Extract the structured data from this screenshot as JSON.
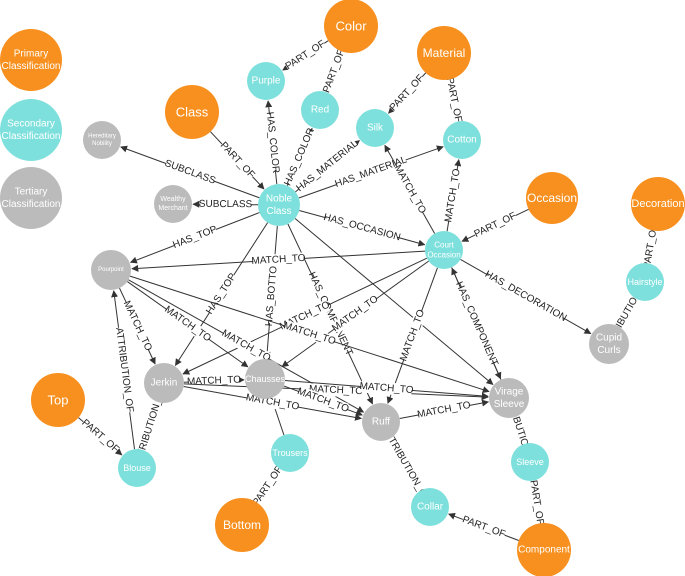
{
  "colors": {
    "primary": "#F7901E",
    "secondary": "#7EE0DC",
    "tertiary": "#BBBBBB",
    "edge": "#333333",
    "edge_label_bg": "#ffffff"
  },
  "legend": [
    {
      "id": "legend-primary",
      "lines": [
        "Primary",
        "Classification"
      ],
      "tier": "primary"
    },
    {
      "id": "legend-secondary",
      "lines": [
        "Secondary",
        "Classification"
      ],
      "tier": "secondary"
    },
    {
      "id": "legend-tertiary",
      "lines": [
        "Tertiary",
        "Classification"
      ],
      "tier": "tertiary"
    }
  ],
  "nodes": [
    {
      "id": "color",
      "lines": [
        "Color"
      ],
      "tier": "primary"
    },
    {
      "id": "material",
      "lines": [
        "Material"
      ],
      "tier": "primary"
    },
    {
      "id": "class",
      "lines": [
        "Class"
      ],
      "tier": "primary"
    },
    {
      "id": "occasion",
      "lines": [
        "Occasion"
      ],
      "tier": "primary"
    },
    {
      "id": "decoration",
      "lines": [
        "Decoration"
      ],
      "tier": "primary"
    },
    {
      "id": "top",
      "lines": [
        "Top"
      ],
      "tier": "primary"
    },
    {
      "id": "bottom",
      "lines": [
        "Bottom"
      ],
      "tier": "primary"
    },
    {
      "id": "component",
      "lines": [
        "Component"
      ],
      "tier": "primary"
    },
    {
      "id": "purple",
      "lines": [
        "Purple"
      ],
      "tier": "secondary"
    },
    {
      "id": "red",
      "lines": [
        "Red"
      ],
      "tier": "secondary"
    },
    {
      "id": "silk",
      "lines": [
        "Silk"
      ],
      "tier": "secondary"
    },
    {
      "id": "cotton",
      "lines": [
        "Cotton"
      ],
      "tier": "secondary"
    },
    {
      "id": "noble",
      "lines": [
        "Noble",
        "Class"
      ],
      "tier": "secondary"
    },
    {
      "id": "court",
      "lines": [
        "Court",
        "Occasion"
      ],
      "tier": "secondary"
    },
    {
      "id": "hairstyle",
      "lines": [
        "Hairstyle"
      ],
      "tier": "secondary"
    },
    {
      "id": "blouse",
      "lines": [
        "Blouse"
      ],
      "tier": "secondary"
    },
    {
      "id": "trousers",
      "lines": [
        "Trousers"
      ],
      "tier": "secondary"
    },
    {
      "id": "collar",
      "lines": [
        "Collar"
      ],
      "tier": "secondary"
    },
    {
      "id": "sleeve",
      "lines": [
        "Sleeve"
      ],
      "tier": "secondary"
    },
    {
      "id": "hereditary",
      "lines": [
        "Hereditary",
        "Nobility"
      ],
      "tier": "tertiary"
    },
    {
      "id": "merchant",
      "lines": [
        "Wealthy",
        "Merchant"
      ],
      "tier": "tertiary"
    },
    {
      "id": "pourpoint",
      "lines": [
        "Pourpoint"
      ],
      "tier": "tertiary"
    },
    {
      "id": "jerkin",
      "lines": [
        "Jerkin"
      ],
      "tier": "tertiary"
    },
    {
      "id": "chausses",
      "lines": [
        "Chausses"
      ],
      "tier": "tertiary"
    },
    {
      "id": "ruff",
      "lines": [
        "Ruff"
      ],
      "tier": "tertiary"
    },
    {
      "id": "virage",
      "lines": [
        "Virage",
        "Sleeve"
      ],
      "tier": "tertiary"
    },
    {
      "id": "cupid",
      "lines": [
        "Cupid",
        "Curls"
      ],
      "tier": "tertiary"
    }
  ],
  "edges": [
    {
      "from": "color",
      "to": "purple",
      "label": "PART_OF"
    },
    {
      "from": "color",
      "to": "red",
      "label": "PART_OF"
    },
    {
      "from": "material",
      "to": "silk",
      "label": "PART_OF"
    },
    {
      "from": "material",
      "to": "cotton",
      "label": "PART_OF"
    },
    {
      "from": "class",
      "to": "noble",
      "label": "PART_OF"
    },
    {
      "from": "occasion",
      "to": "court",
      "label": "PART_OF"
    },
    {
      "from": "decoration",
      "to": "hairstyle",
      "label": "PART_OF"
    },
    {
      "from": "top",
      "to": "blouse",
      "label": "PART_OF"
    },
    {
      "from": "bottom",
      "to": "trousers",
      "label": "PART_OF"
    },
    {
      "from": "component",
      "to": "collar",
      "label": "PART_OF"
    },
    {
      "from": "component",
      "to": "sleeve",
      "label": "PART_OF"
    },
    {
      "from": "noble",
      "to": "purple",
      "label": "HAS_COLOR"
    },
    {
      "from": "noble",
      "to": "red",
      "label": "HAS_COLOR"
    },
    {
      "from": "noble",
      "to": "silk",
      "label": "HAS_MATERIAL"
    },
    {
      "from": "noble",
      "to": "cotton",
      "label": "HAS_MATERIAL"
    },
    {
      "from": "noble",
      "to": "hereditary",
      "label": "SUBCLASS"
    },
    {
      "from": "noble",
      "to": "merchant",
      "label": "SUBCLASS"
    },
    {
      "from": "noble",
      "to": "court",
      "label": "HAS_OCCASION"
    },
    {
      "from": "noble",
      "to": "pourpoint",
      "label": "HAS_TOP"
    },
    {
      "from": "noble",
      "to": "jerkin",
      "label": "HAS_TOP"
    },
    {
      "from": "noble",
      "to": "chausses",
      "label": "HAS_BOTTOM"
    },
    {
      "from": "noble",
      "to": "ruff",
      "label": "HAS_COMPONENT"
    },
    {
      "from": "noble",
      "to": "virage",
      "label": ""
    },
    {
      "from": "court",
      "to": "silk",
      "label": "MATCH_TO"
    },
    {
      "from": "court",
      "to": "cotton",
      "label": "MATCH_TO"
    },
    {
      "from": "court",
      "to": "pourpoint",
      "label": "MATCH_TO"
    },
    {
      "from": "court",
      "to": "jerkin",
      "label": "MATCH_TO"
    },
    {
      "from": "court",
      "to": "chausses",
      "label": "MATCH_TO"
    },
    {
      "from": "court",
      "to": "ruff",
      "label": "MATCH_TO"
    },
    {
      "from": "court",
      "to": "virage",
      "label": "MATCH_TO"
    },
    {
      "from": "court",
      "to": "cupid",
      "label": "HAS_DECORATION"
    },
    {
      "from": "hairstyle",
      "to": "cupid",
      "label": "ATTRIBUTION_OF"
    },
    {
      "from": "blouse",
      "to": "pourpoint",
      "label": "ATTRIBUTION_OF"
    },
    {
      "from": "blouse",
      "to": "jerkin",
      "label": "ATTRIBUTION_OF"
    },
    {
      "from": "trousers",
      "to": "chausses",
      "label": ""
    },
    {
      "from": "collar",
      "to": "ruff",
      "label": "ATTRIBUTION_OF"
    },
    {
      "from": "sleeve",
      "to": "virage",
      "label": "ATTRIBUTION_OF"
    },
    {
      "from": "pourpoint",
      "to": "jerkin",
      "label": "MATCH_TO"
    },
    {
      "from": "pourpoint",
      "to": "chausses",
      "label": "MATCH_TO"
    },
    {
      "from": "pourpoint",
      "to": "ruff",
      "label": "MATCH_TO"
    },
    {
      "from": "pourpoint",
      "to": "virage",
      "label": "MATCH_TO"
    },
    {
      "from": "jerkin",
      "to": "chausses",
      "label": "MATCH_TO"
    },
    {
      "from": "jerkin",
      "to": "ruff",
      "label": "MATCH_TO"
    },
    {
      "from": "jerkin",
      "to": "virage",
      "label": "MATCH_TO"
    },
    {
      "from": "chausses",
      "to": "ruff",
      "label": "MATCH_TO"
    },
    {
      "from": "chausses",
      "to": "virage",
      "label": "MATCH_TO"
    },
    {
      "from": "ruff",
      "to": "virage",
      "label": "MATCH_TO"
    },
    {
      "from": "virage",
      "to": "court",
      "label": "HAS_COMPONENT"
    }
  ]
}
